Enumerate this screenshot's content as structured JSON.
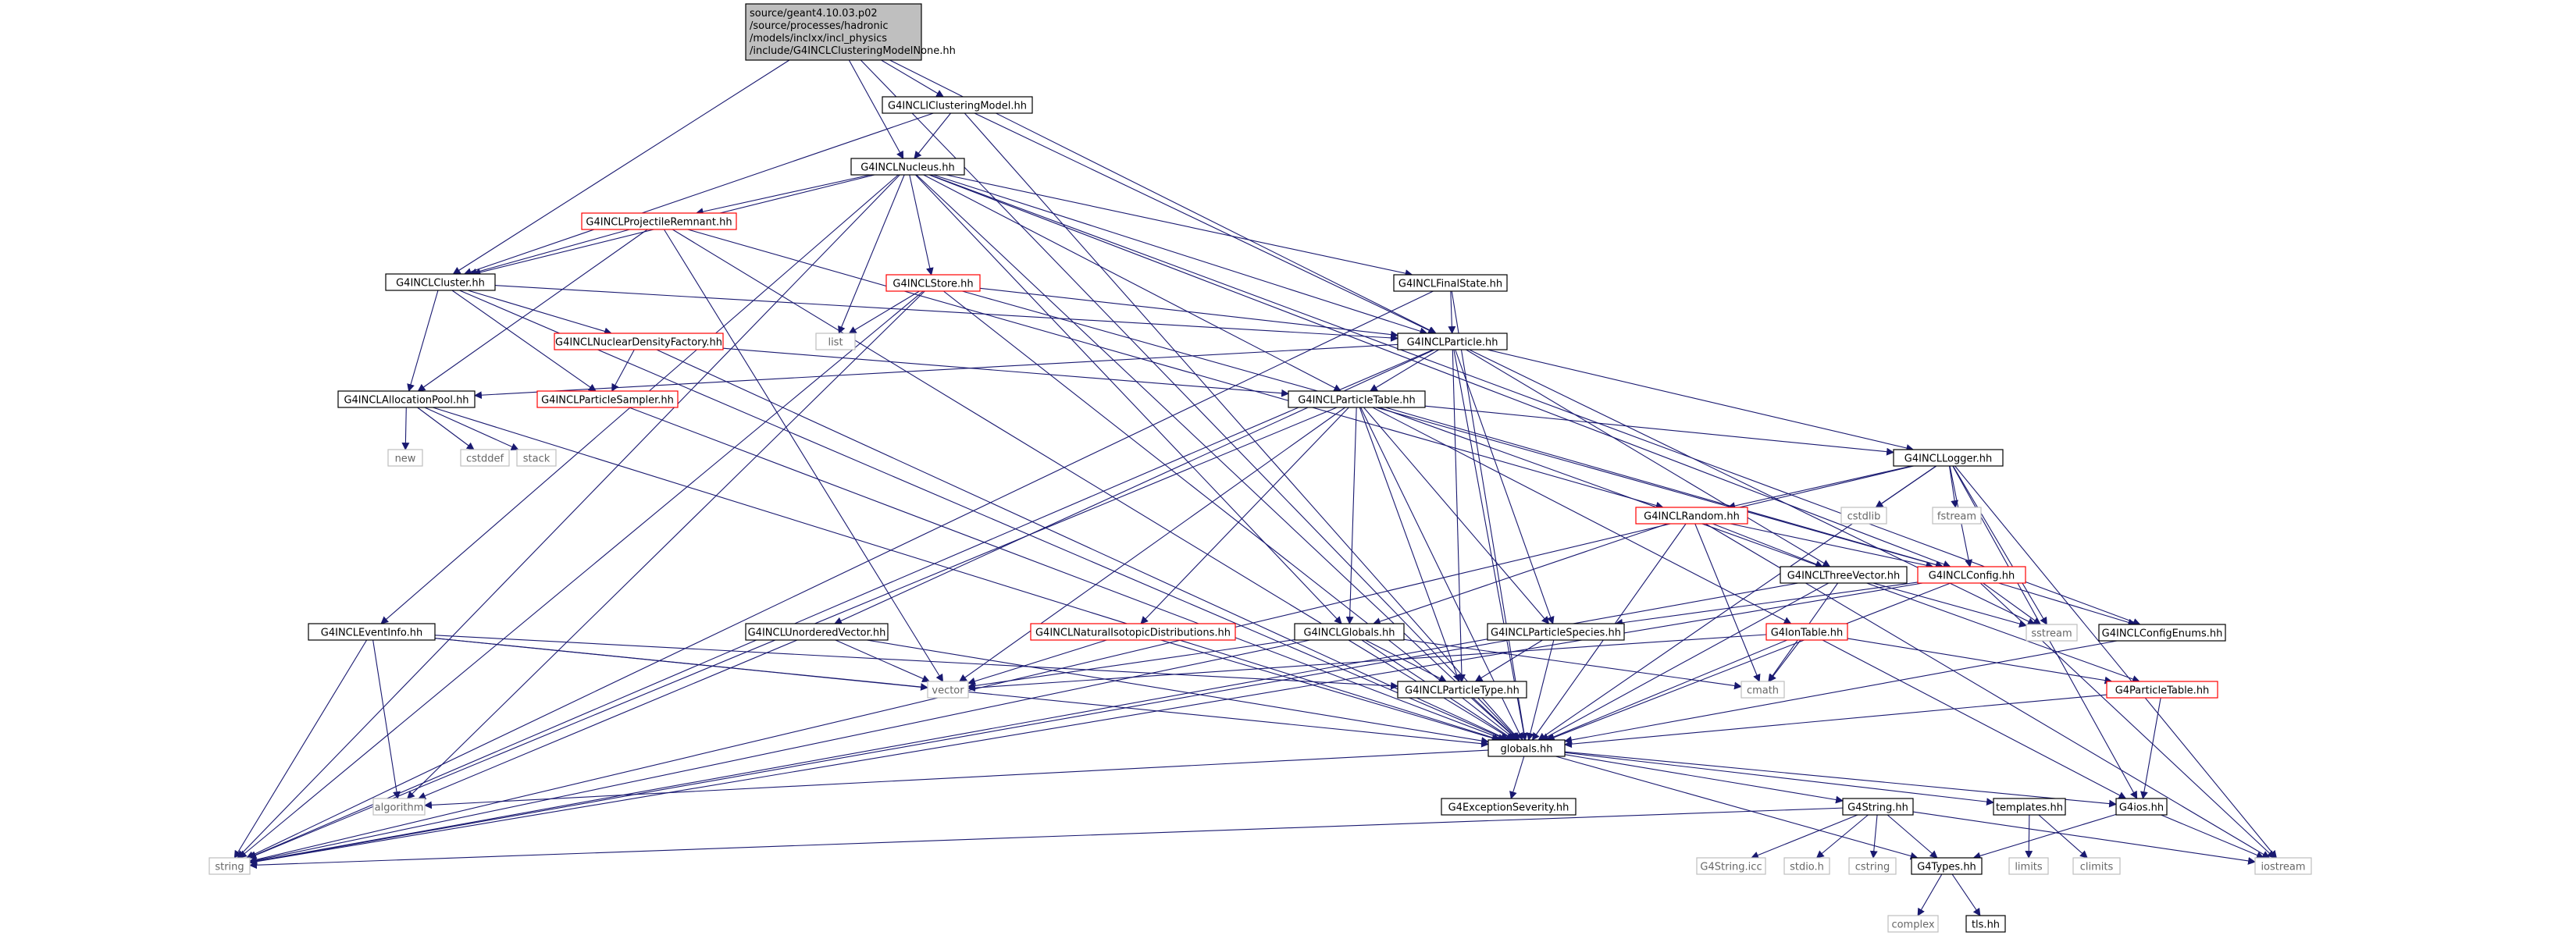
{
  "nodes": {
    "root": {
      "lines": [
        "source/geant4.10.03.p02",
        "/source/processes/hadronic",
        "/models/inclxx/incl_physics",
        "/include/G4INCLClusteringModelNone.hh"
      ],
      "style": "root"
    },
    "clusteringModel": {
      "label": "G4INCLIClusteringModel.hh",
      "style": "doc"
    },
    "nucleus": {
      "label": "G4INCLNucleus.hh",
      "style": "doc"
    },
    "projRemnant": {
      "label": "G4INCLProjectileRemnant.hh",
      "style": "red"
    },
    "store": {
      "label": "G4INCLStore.hh",
      "style": "red"
    },
    "finalState": {
      "label": "G4INCLFinalState.hh",
      "style": "doc"
    },
    "cluster": {
      "label": "G4INCLCluster.hh",
      "style": "doc"
    },
    "list": {
      "label": "list",
      "style": "sys"
    },
    "nuclearDensityFactory": {
      "label": "G4INCLNuclearDensityFactory.hh",
      "style": "red"
    },
    "particle": {
      "label": "G4INCLParticle.hh",
      "style": "doc"
    },
    "allocationPool": {
      "label": "G4INCLAllocationPool.hh",
      "style": "doc"
    },
    "particleSampler": {
      "label": "G4INCLParticleSampler.hh",
      "style": "red"
    },
    "particleTable": {
      "label": "G4INCLParticleTable.hh",
      "style": "doc"
    },
    "new": {
      "label": "new",
      "style": "sys"
    },
    "cstddef": {
      "label": "cstddef",
      "style": "sys"
    },
    "stack": {
      "label": "stack",
      "style": "sys"
    },
    "logger": {
      "label": "G4INCLLogger.hh",
      "style": "doc"
    },
    "cstdlib": {
      "label": "cstdlib",
      "style": "sys"
    },
    "fstream": {
      "label": "fstream",
      "style": "sys"
    },
    "random": {
      "label": "G4INCLRandom.hh",
      "style": "red"
    },
    "threeVector": {
      "label": "G4INCLThreeVector.hh",
      "style": "doc"
    },
    "config": {
      "label": "G4INCLConfig.hh",
      "style": "red"
    },
    "eventInfo": {
      "label": "G4INCLEventInfo.hh",
      "style": "doc"
    },
    "unorderedVector": {
      "label": "G4INCLUnorderedVector.hh",
      "style": "doc"
    },
    "naturalIsotopic": {
      "label": "G4INCLNaturalIsotopicDistributions.hh",
      "style": "red"
    },
    "inclGlobals": {
      "label": "G4INCLGlobals.hh",
      "style": "doc"
    },
    "particleSpecies": {
      "label": "G4INCLParticleSpecies.hh",
      "style": "doc"
    },
    "ionTable": {
      "label": "G4IonTable.hh",
      "style": "red"
    },
    "sstream": {
      "label": "sstream",
      "style": "sys"
    },
    "configEnums": {
      "label": "G4INCLConfigEnums.hh",
      "style": "doc"
    },
    "vector": {
      "label": "vector",
      "style": "sys"
    },
    "particleType": {
      "label": "G4INCLParticleType.hh",
      "style": "doc"
    },
    "cmath": {
      "label": "cmath",
      "style": "sys"
    },
    "g4ParticleTable": {
      "label": "G4ParticleTable.hh",
      "style": "red"
    },
    "globals": {
      "label": "globals.hh",
      "style": "doc"
    },
    "algorithm": {
      "label": "algorithm",
      "style": "sys"
    },
    "exceptionSeverity": {
      "label": "G4ExceptionSeverity.hh",
      "style": "doc"
    },
    "g4String": {
      "label": "G4String.hh",
      "style": "doc"
    },
    "templates": {
      "label": "templates.hh",
      "style": "doc"
    },
    "g4ios": {
      "label": "G4ios.hh",
      "style": "doc"
    },
    "string": {
      "label": "string",
      "style": "sys"
    },
    "g4StringIcc": {
      "label": "G4String.icc",
      "style": "sys"
    },
    "stdio": {
      "label": "stdio.h",
      "style": "sys"
    },
    "cstring": {
      "label": "cstring",
      "style": "sys"
    },
    "g4Types": {
      "label": "G4Types.hh",
      "style": "doc"
    },
    "limits": {
      "label": "limits",
      "style": "sys"
    },
    "climits": {
      "label": "climits",
      "style": "sys"
    },
    "iostream": {
      "label": "iostream",
      "style": "sys"
    },
    "complex": {
      "label": "complex",
      "style": "sys"
    },
    "tls": {
      "label": "tls.hh",
      "style": "doc"
    }
  },
  "edges": [
    [
      "root",
      "clusteringModel"
    ],
    [
      "root",
      "nucleus"
    ],
    [
      "root",
      "cluster"
    ],
    [
      "root",
      "particle"
    ],
    [
      "root",
      "globals"
    ],
    [
      "clusteringModel",
      "nucleus"
    ],
    [
      "clusteringModel",
      "cluster"
    ],
    [
      "clusteringModel",
      "particle"
    ],
    [
      "clusteringModel",
      "globals"
    ],
    [
      "nucleus",
      "projRemnant"
    ],
    [
      "nucleus",
      "store"
    ],
    [
      "nucleus",
      "finalState"
    ],
    [
      "nucleus",
      "cluster"
    ],
    [
      "nucleus",
      "list"
    ],
    [
      "nucleus",
      "particle"
    ],
    [
      "nucleus",
      "particleTable"
    ],
    [
      "nucleus",
      "config"
    ],
    [
      "nucleus",
      "configEnums"
    ],
    [
      "nucleus",
      "eventInfo"
    ],
    [
      "nucleus",
      "inclGlobals"
    ],
    [
      "nucleus",
      "globals"
    ],
    [
      "nucleus",
      "string"
    ],
    [
      "projRemnant",
      "cluster"
    ],
    [
      "projRemnant",
      "random"
    ],
    [
      "projRemnant",
      "allocationPool"
    ],
    [
      "projRemnant",
      "vector"
    ],
    [
      "projRemnant",
      "globals"
    ],
    [
      "store",
      "list"
    ],
    [
      "store",
      "particle"
    ],
    [
      "store",
      "config"
    ],
    [
      "store",
      "algorithm"
    ],
    [
      "store",
      "globals"
    ],
    [
      "store",
      "string"
    ],
    [
      "finalState",
      "particle"
    ],
    [
      "finalState",
      "string"
    ],
    [
      "finalState",
      "globals"
    ],
    [
      "cluster",
      "particle"
    ],
    [
      "cluster",
      "nuclearDensityFactory"
    ],
    [
      "cluster",
      "particleSampler"
    ],
    [
      "cluster",
      "allocationPool"
    ],
    [
      "cluster",
      "globals"
    ],
    [
      "nuclearDensityFactory",
      "particleSampler"
    ],
    [
      "nuclearDensityFactory",
      "particleTable"
    ],
    [
      "nuclearDensityFactory",
      "globals"
    ],
    [
      "particleSampler",
      "globals"
    ],
    [
      "particle",
      "allocationPool"
    ],
    [
      "particle",
      "particleTable"
    ],
    [
      "particle",
      "logger"
    ],
    [
      "particle",
      "threeVector"
    ],
    [
      "particle",
      "particleSpecies"
    ],
    [
      "particle",
      "particleType"
    ],
    [
      "particle",
      "unorderedVector"
    ],
    [
      "particle",
      "sstream"
    ],
    [
      "particle",
      "string"
    ],
    [
      "particle",
      "globals"
    ],
    [
      "allocationPool",
      "new"
    ],
    [
      "allocationPool",
      "cstddef"
    ],
    [
      "allocationPool",
      "stack"
    ],
    [
      "allocationPool",
      "globals"
    ],
    [
      "particleTable",
      "logger"
    ],
    [
      "particleTable",
      "config"
    ],
    [
      "particleTable",
      "particleType"
    ],
    [
      "particleTable",
      "particleSpecies"
    ],
    [
      "particleTable",
      "inclGlobals"
    ],
    [
      "particleTable",
      "naturalIsotopic"
    ],
    [
      "particleTable",
      "ionTable"
    ],
    [
      "particleTable",
      "g4ParticleTable"
    ],
    [
      "particleTable",
      "vector"
    ],
    [
      "particleTable",
      "string"
    ],
    [
      "particleTable",
      "globals"
    ],
    [
      "logger",
      "random"
    ],
    [
      "logger",
      "config"
    ],
    [
      "logger",
      "cstdlib"
    ],
    [
      "logger",
      "fstream"
    ],
    [
      "logger",
      "sstream"
    ],
    [
      "logger",
      "iostream"
    ],
    [
      "logger",
      "string"
    ],
    [
      "logger",
      "g4ios"
    ],
    [
      "logger",
      "globals"
    ],
    [
      "random",
      "threeVector"
    ],
    [
      "random",
      "config"
    ],
    [
      "random",
      "inclGlobals"
    ],
    [
      "random",
      "cmath"
    ],
    [
      "random",
      "globals"
    ],
    [
      "random",
      "iostream"
    ],
    [
      "threeVector",
      "sstream"
    ],
    [
      "threeVector",
      "cmath"
    ],
    [
      "threeVector",
      "string"
    ],
    [
      "threeVector",
      "globals"
    ],
    [
      "config",
      "particleSpecies"
    ],
    [
      "config",
      "configEnums"
    ],
    [
      "config",
      "sstream"
    ],
    [
      "config",
      "iostream"
    ],
    [
      "config",
      "string"
    ],
    [
      "config",
      "globals"
    ],
    [
      "eventInfo",
      "vector"
    ],
    [
      "eventInfo",
      "particleType"
    ],
    [
      "eventInfo",
      "algorithm"
    ],
    [
      "eventInfo",
      "string"
    ],
    [
      "eventInfo",
      "globals"
    ],
    [
      "unorderedVector",
      "vector"
    ],
    [
      "unorderedVector",
      "algorithm"
    ],
    [
      "unorderedVector",
      "globals"
    ],
    [
      "naturalIsotopic",
      "vector"
    ],
    [
      "naturalIsotopic",
      "globals"
    ],
    [
      "inclGlobals",
      "particleType"
    ],
    [
      "inclGlobals",
      "cmath"
    ],
    [
      "inclGlobals",
      "string"
    ],
    [
      "inclGlobals",
      "vector"
    ],
    [
      "inclGlobals",
      "globals"
    ],
    [
      "particleSpecies",
      "particleType"
    ],
    [
      "particleSpecies",
      "string"
    ],
    [
      "particleSpecies",
      "globals"
    ],
    [
      "ionTable",
      "cmath"
    ],
    [
      "ionTable",
      "vector"
    ],
    [
      "ionTable",
      "g4ParticleTable"
    ],
    [
      "ionTable",
      "g4ios"
    ],
    [
      "ionTable",
      "globals"
    ],
    [
      "configEnums",
      "globals"
    ],
    [
      "particleType",
      "globals"
    ],
    [
      "g4ParticleTable",
      "globals"
    ],
    [
      "g4ParticleTable",
      "g4ios"
    ],
    [
      "globals",
      "algorithm"
    ],
    [
      "globals",
      "exceptionSeverity"
    ],
    [
      "globals",
      "g4String"
    ],
    [
      "globals",
      "templates"
    ],
    [
      "globals",
      "g4ios"
    ],
    [
      "globals",
      "g4Types"
    ],
    [
      "g4String",
      "string"
    ],
    [
      "g4String",
      "g4StringIcc"
    ],
    [
      "g4String",
      "stdio"
    ],
    [
      "g4String",
      "cstring"
    ],
    [
      "g4String",
      "g4Types"
    ],
    [
      "g4String",
      "iostream"
    ],
    [
      "templates",
      "limits"
    ],
    [
      "templates",
      "climits"
    ],
    [
      "g4ios",
      "g4Types"
    ],
    [
      "g4ios",
      "iostream"
    ],
    [
      "g4Types",
      "complex"
    ],
    [
      "g4Types",
      "tls"
    ]
  ],
  "colors": {
    "root_fill": "#bfbfbf",
    "doc_border": "#000000",
    "red_border": "#ff0000",
    "sys_border": "#bfbfbf",
    "sys_text": "#666666",
    "edge": "#191970"
  }
}
